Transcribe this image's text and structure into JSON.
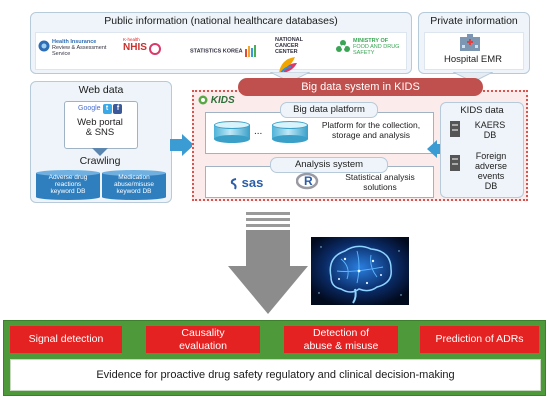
{
  "public": {
    "title": "Public information (national healthcare databases)",
    "logos": {
      "hira_1": "Health Insurance",
      "hira_2": "Review & Assessment Service",
      "nhis_small": "K-health",
      "nhis": "NHIS",
      "statistics": "STATISTICS KOREA",
      "ncc_1": "NATIONAL",
      "ncc_2": "CANCER",
      "ncc_3": "CENTER",
      "mfds_1": "MINISTRY OF",
      "mfds_2": "FOOD AND DRUG SAFETY"
    }
  },
  "private": {
    "title": "Private information",
    "item": "Hospital EMR"
  },
  "web": {
    "title": "Web data",
    "portal_1": "Web portal",
    "portal_2": "& SNS",
    "brands": {
      "google": "Google",
      "twitter": "t",
      "facebook": "f"
    },
    "crawling": "Crawling",
    "db_adverse_1": "Adverse drug",
    "db_adverse_2": "reactions",
    "db_adverse_3": "keyword DB",
    "db_med_1": "Medication",
    "db_med_2": "abuse/misuse",
    "db_med_3": "keyword DB"
  },
  "kids": {
    "banner": "Big data system in KIDS",
    "logo": "KIDS",
    "platform_title": "Big data platform",
    "platform_dots": "...",
    "platform_1": "Platform for the collection,",
    "platform_2": "storage and analysis",
    "analysis_title": "Analysis system",
    "sas": "sas",
    "r_logo": "R",
    "analysis_1": "Statistical analysis",
    "analysis_2": "solutions"
  },
  "kids_data": {
    "title": "KIDS data",
    "kaers_1": "KAERS",
    "kaers_2": "DB",
    "foreign_1": "Foreign",
    "foreign_2": "adverse",
    "foreign_3": "events",
    "foreign_4": "DB"
  },
  "outcomes": {
    "signal": "Signal detection",
    "causality_1": "Causality",
    "causality_2": "evaluation",
    "abuse_1": "Detection of",
    "abuse_2": "abuse & misuse",
    "adr": "Prediction of ADRs"
  },
  "evidence": "Evidence for proactive drug safety regulatory and clinical decision-making",
  "colors": {
    "panel_bg": "#eef4f9",
    "kids_banner": "#c0504d",
    "kids_border": "#d9534f",
    "db_blue": "#2f7fbf",
    "outcome_red": "#e52222",
    "bottom_band": "#4e9a3a",
    "arrow": "#8c8c8c"
  }
}
